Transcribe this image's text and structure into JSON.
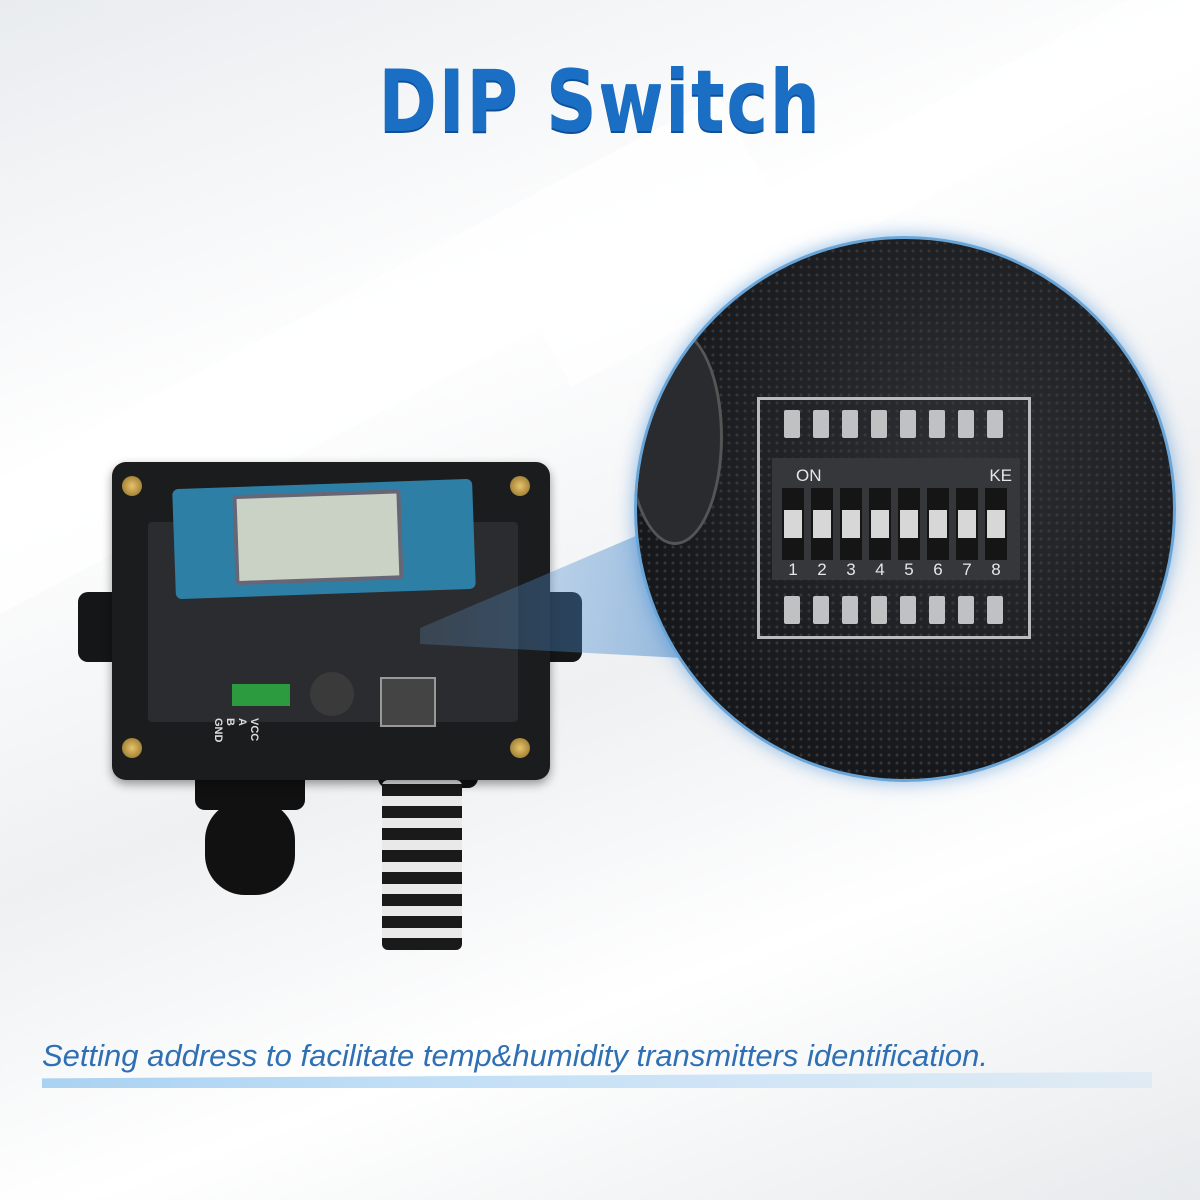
{
  "title": "DIP Switch",
  "caption": "Setting address to facilitate temp&humidity transmitters identification.",
  "pcb_labels": [
    "VCC",
    "A",
    "B",
    "GND"
  ],
  "dip_switch": {
    "on_label": "ON",
    "brand_label": "KE",
    "positions": [
      "1",
      "2",
      "3",
      "4",
      "5",
      "6",
      "7",
      "8"
    ]
  },
  "colors": {
    "title": "#1a6fc4",
    "caption": "#2f6fb3",
    "highlight_ring": "#6aa5d8"
  }
}
